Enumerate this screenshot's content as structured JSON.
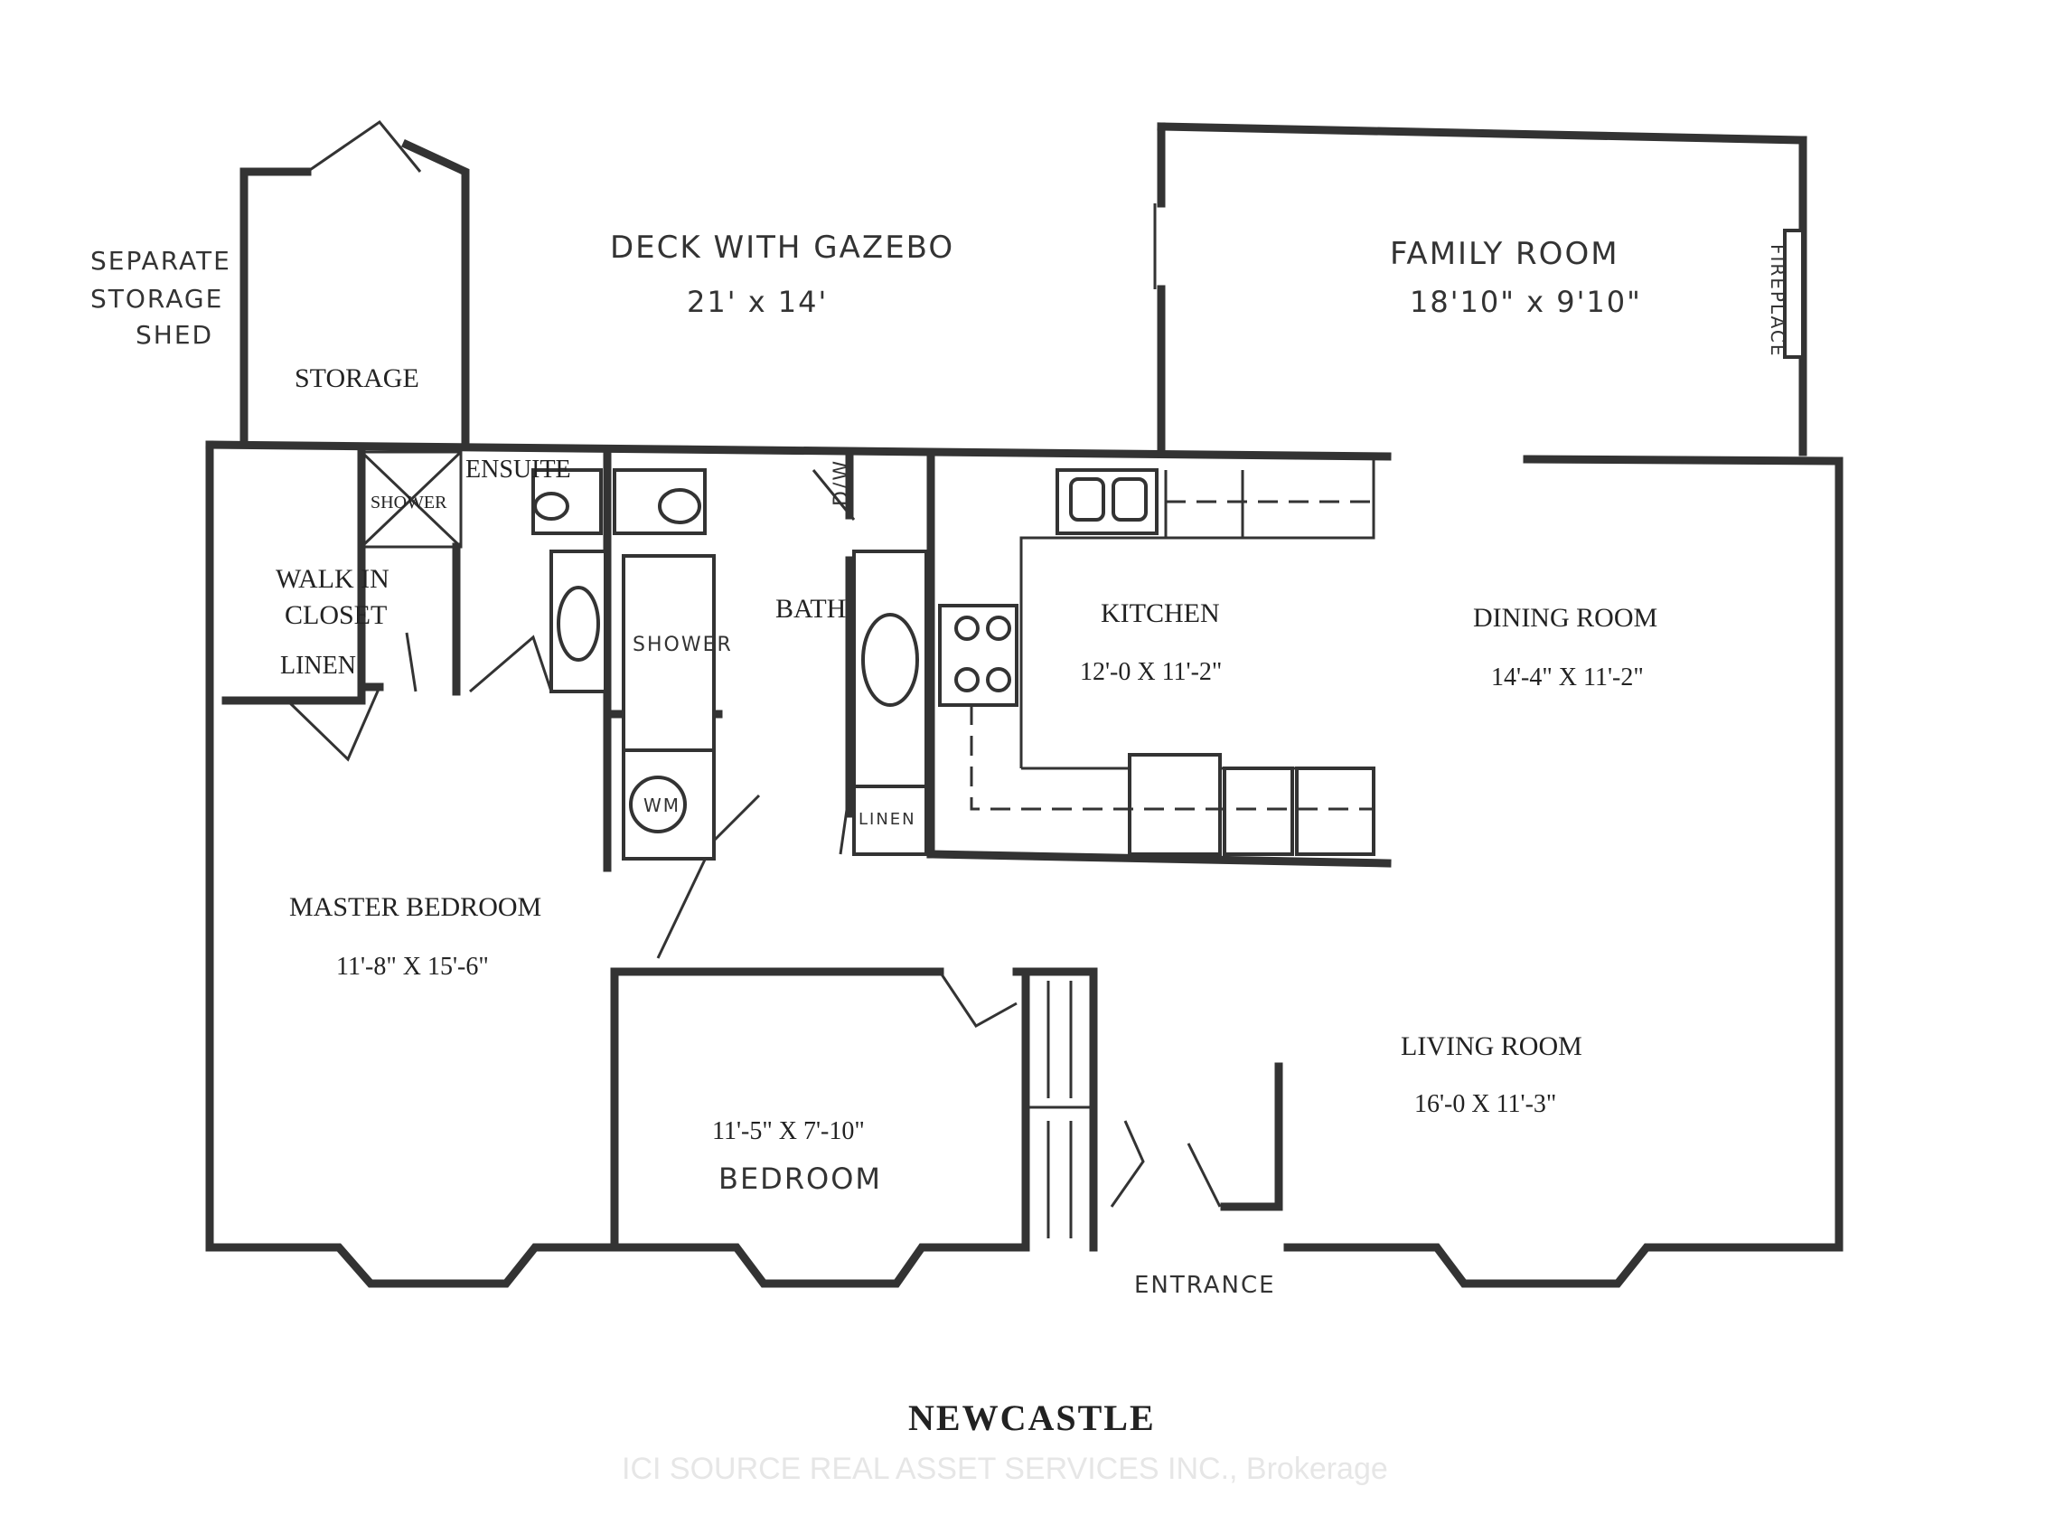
{
  "title": "NEWCASTLE",
  "watermark": "ICI SOURCE REAL ASSET SERVICES INC., Brokerage",
  "notes": {
    "separate_storage_shed": [
      "SEPARATE",
      "STORAGE",
      "SHED"
    ],
    "deck": "DECK WITH GAZEBO",
    "deck_dims": "21' x 14'",
    "fireplace": "FIREPLACE",
    "entrance": "ENTRANCE"
  },
  "rooms": {
    "storage": {
      "name": "STORAGE"
    },
    "family_room": {
      "name": "FAMILY ROOM",
      "dims": "18'10\" x 9'10\""
    },
    "ensuite": {
      "name": "ENSUITE"
    },
    "ensuite_shower": {
      "name": "SHOWER"
    },
    "walk_in_closet": {
      "name": [
        "WALK IN",
        "CLOSET"
      ]
    },
    "linen_1": {
      "name": "LINEN"
    },
    "bath": {
      "name": "BATH"
    },
    "bath_shower": {
      "name": "SHOWER"
    },
    "wm": {
      "name": "WM"
    },
    "dw": {
      "name": "D/W"
    },
    "linen_2": {
      "name": "LINEN"
    },
    "kitchen": {
      "name": "KITCHEN",
      "dims": "12'-0 X 11'-2\""
    },
    "dining_room": {
      "name": "DINING ROOM",
      "dims": "14'-4\" X 11'-2\""
    },
    "master_bedroom": {
      "name": "MASTER BEDROOM",
      "dims": "11'-8\" X 15'-6\""
    },
    "bedroom": {
      "name": "BEDROOM",
      "dims": "11'-5\" X 7'-10\""
    },
    "living_room": {
      "name": "LIVING ROOM",
      "dims": "16'-0 X 11'-3\""
    }
  }
}
